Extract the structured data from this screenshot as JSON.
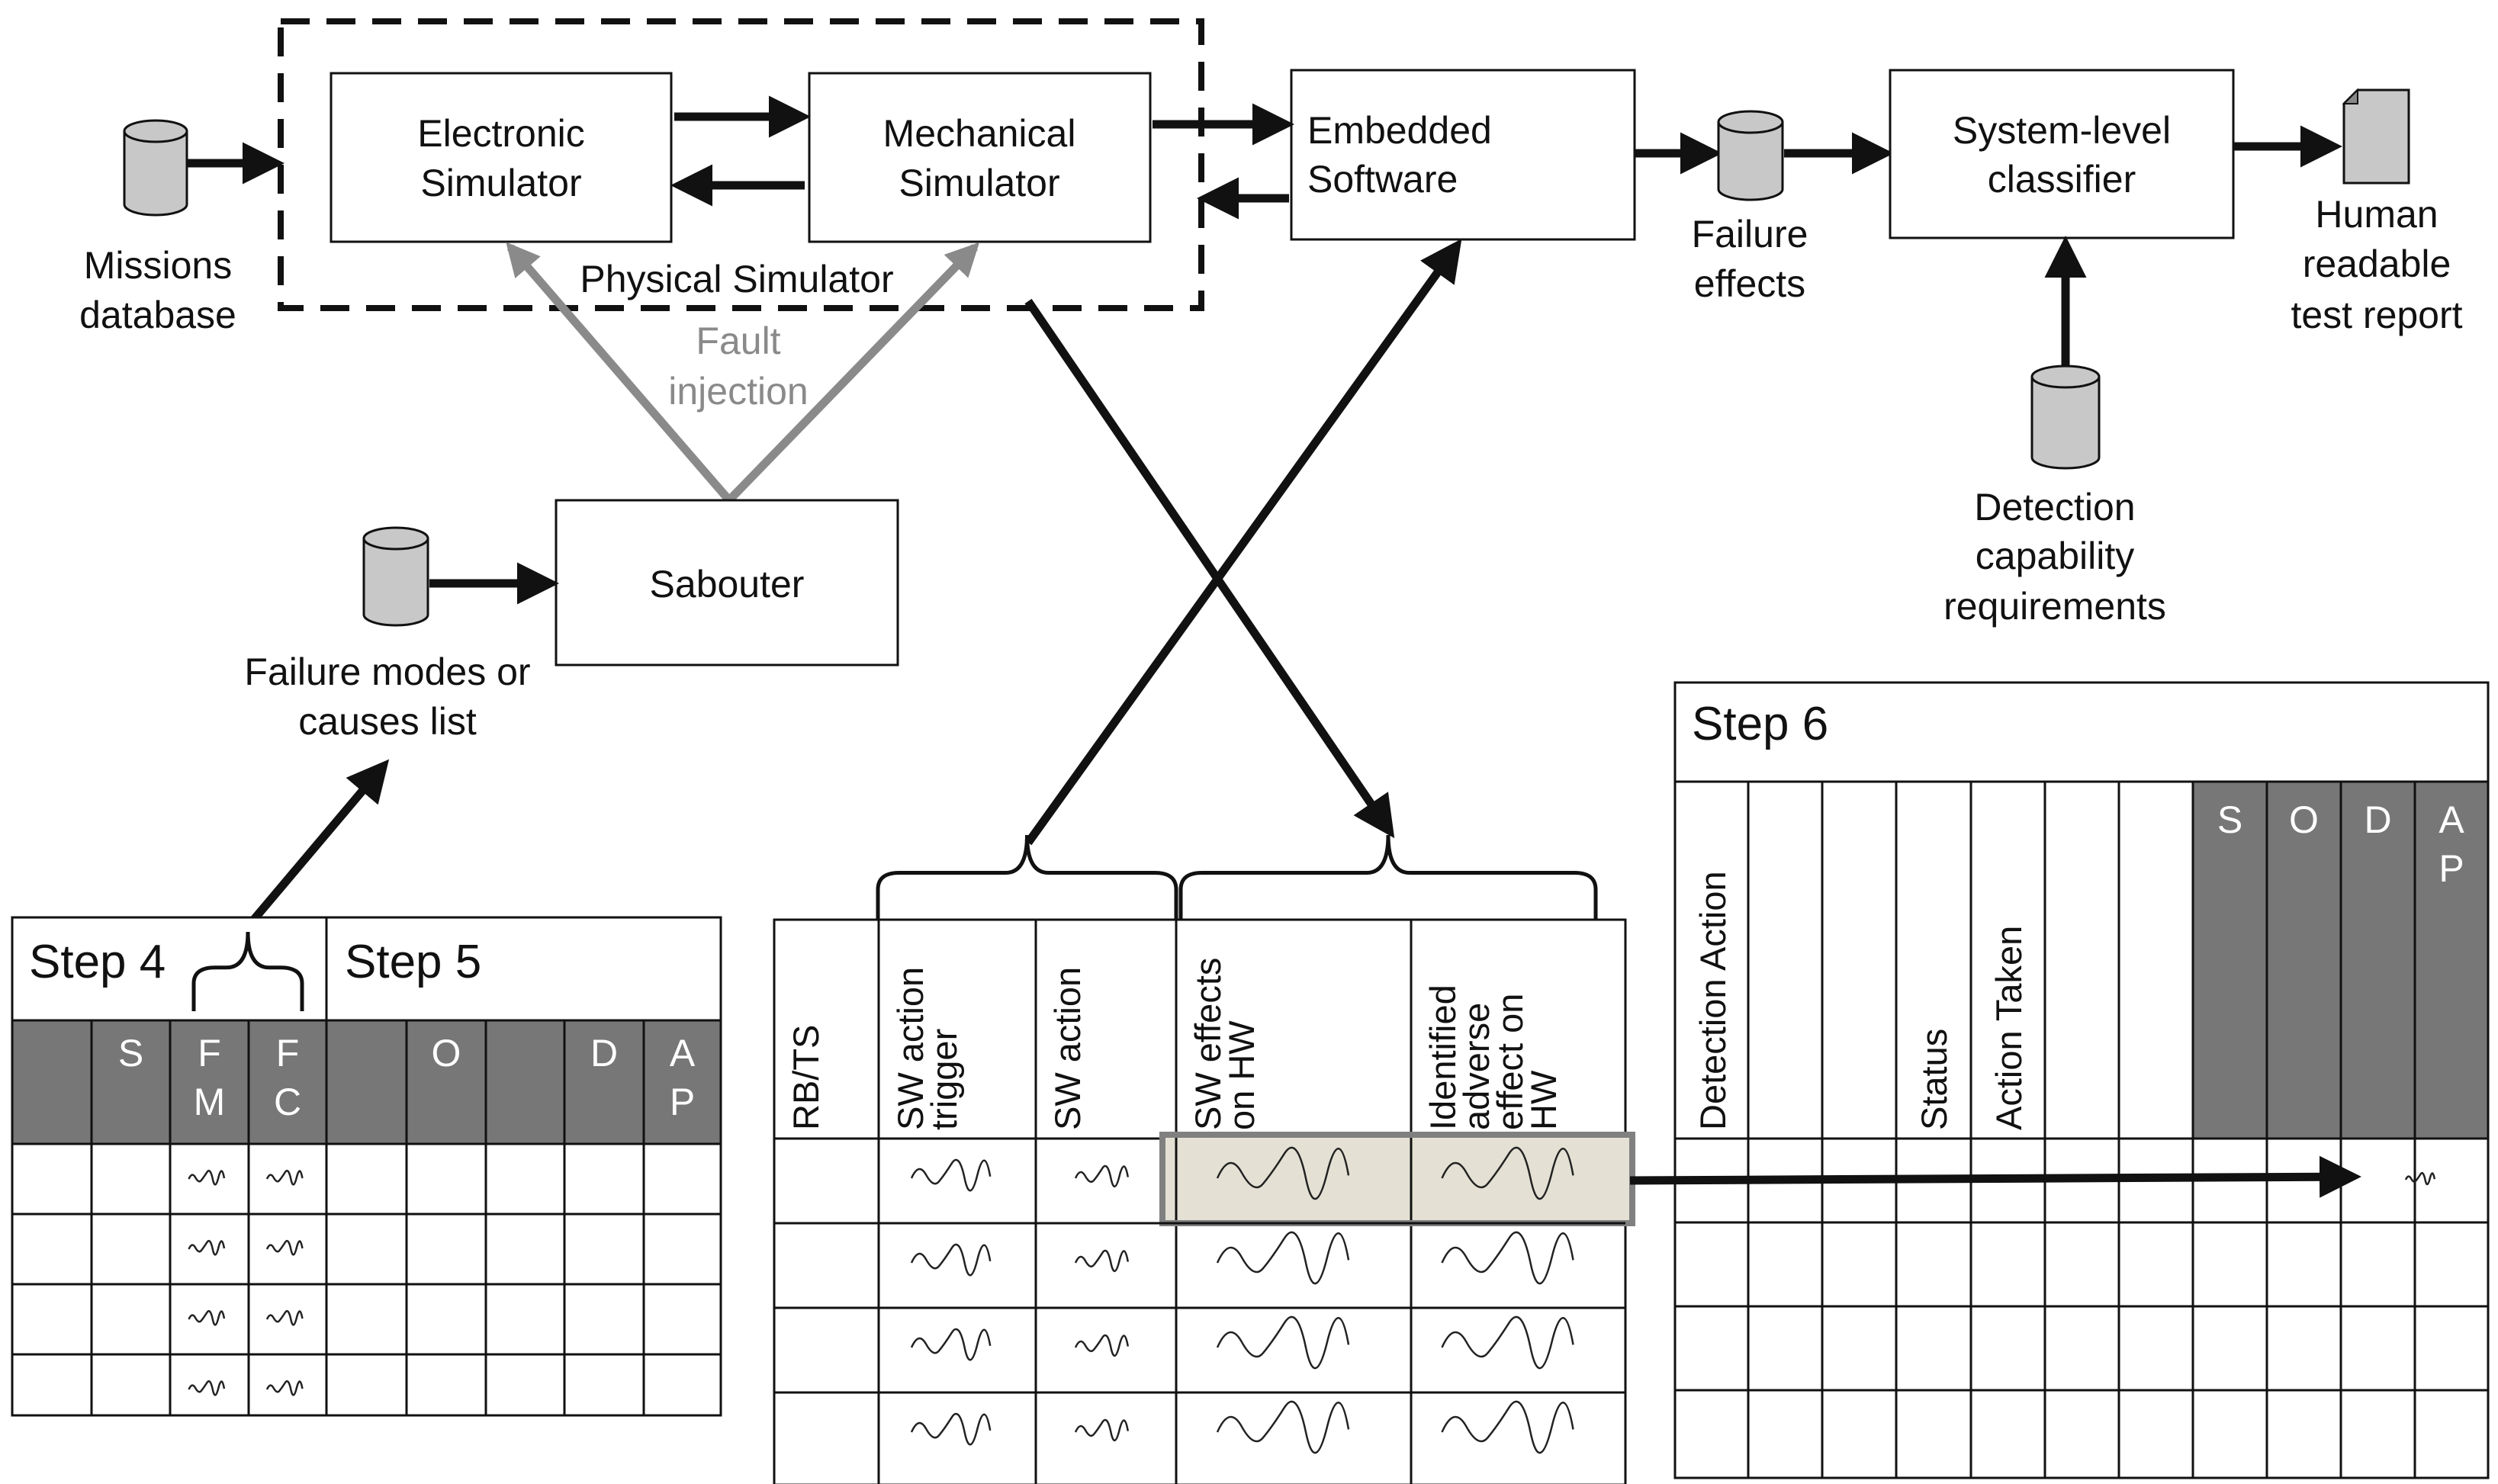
{
  "colors": {
    "stroke": "#111111",
    "fault_arrow": "#8a8a8a",
    "header_fill": "#777777",
    "cylinder_fill": "#c8c8c8",
    "highlight_fill": "#e4e1d4",
    "highlight_border": "#808080"
  },
  "simulator": {
    "group_label": "Physical Simulator",
    "electronic": [
      "Electronic",
      "Simulator"
    ],
    "mechanical": [
      "Mechanical",
      "Simulator"
    ],
    "fault_injection": [
      "Fault",
      "injection"
    ]
  },
  "embedded": [
    "Embedded",
    "Software"
  ],
  "classifier": [
    "System-level",
    "classifier"
  ],
  "sabouter": "Sabouter",
  "databases": {
    "missions": [
      "Missions",
      "database"
    ],
    "failure_effects": [
      "Failure",
      "effects"
    ],
    "detection": [
      "Detection",
      "capability",
      "requirements"
    ],
    "failure_modes": [
      "Failure modes or",
      "causes list"
    ]
  },
  "report": [
    "Human",
    "readable",
    "test report"
  ],
  "step4_table": {
    "step4": "Step 4",
    "step5": "Step 5",
    "headers": [
      "",
      "S",
      "F\nM",
      "F\nC",
      "",
      "O",
      "",
      "D",
      "A\nP"
    ],
    "rows": 4
  },
  "middle_table": {
    "headers": [
      "RB/TS",
      "SW action trigger",
      "SW action",
      "SW effects on HW",
      "Identified adverse effect on HW"
    ],
    "rows": 4
  },
  "step6_table": {
    "step": "Step 6",
    "headers": [
      "Detection Action",
      "",
      "",
      "Status",
      "Action Taken",
      "",
      "",
      "S",
      "O",
      "D",
      "A\nP"
    ],
    "rows": 4
  }
}
